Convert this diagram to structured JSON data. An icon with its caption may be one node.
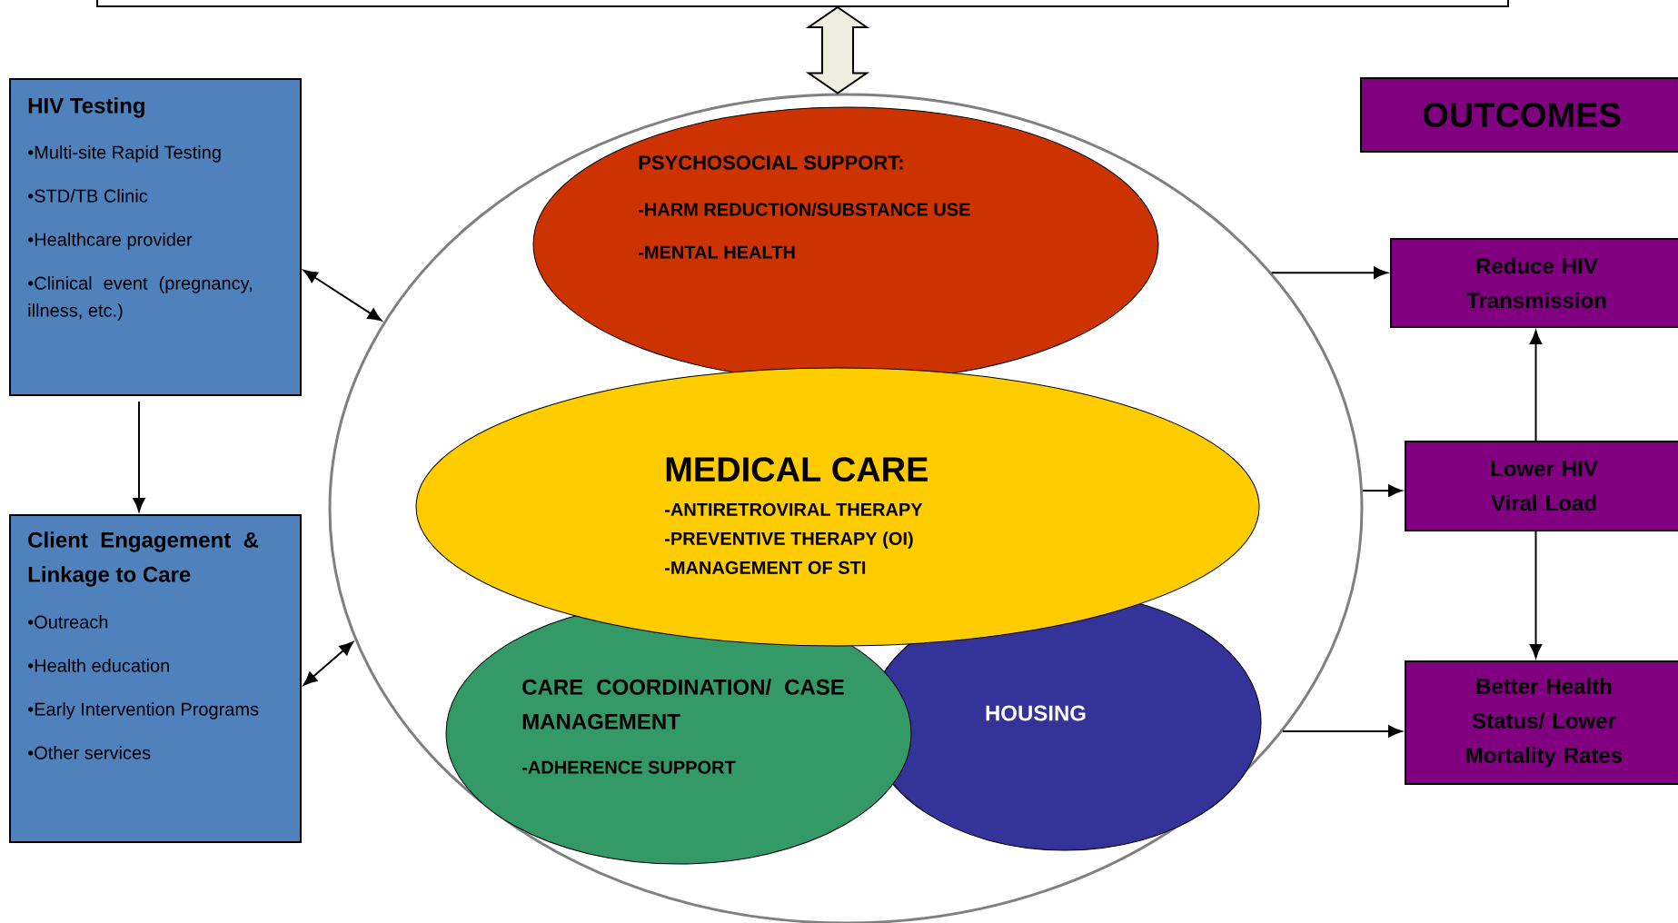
{
  "diagram": {
    "nodes": [
      {
        "text": [],
        "shape": "box"
      },
      {
        "text": [
          "HIV Testing",
          "•Multi-site Rapid Testing",
          "•STD/TB Clinic",
          "•Healthcare provider",
          "•Clinical event (pregnancy, illness, etc.)"
        ]
      },
      {
        "text": [
          "Client Engagement & Linkage to Care",
          "•Outreach",
          "•Health education",
          "•Early Intervention Programs",
          "•Other services"
        ]
      },
      {
        "text": [],
        "shape": "ellipse"
      },
      {
        "text": [
          "PSYCHOSOCIAL SUPPORT:",
          "-HARM REDUCTION/SUBSTANCE USE",
          "-MENTAL HEALTH"
        ],
        "in": 3
      },
      {
        "text": [
          "MEDICAL CARE",
          "-ANTIRETROVIRAL THERAPY",
          "-PREVENTIVE THERAPY (OI)",
          "-MANAGEMENT OF STI"
        ],
        "in": 3
      },
      {
        "text": [
          "CARE COORDINATION/ CASE MANAGEMENT",
          "-ADHERENCE SUPPORT"
        ],
        "in": 3
      },
      {
        "text": [
          "HOUSING"
        ],
        "in": 3
      },
      {
        "text": [
          "OUTCOMES"
        ]
      },
      {
        "text": [
          "Reduce HIV Transmission"
        ]
      },
      {
        "text": [
          "Lower HIV Viral Load"
        ]
      },
      {
        "text": [
          "Better Health Status/ Lower Mortality Rates"
        ]
      }
    ],
    "edges": [
      {
        "from": 0,
        "to": 3,
        "arrow": "both",
        "style": "thick",
        "color": "#eeeee0"
      },
      {
        "from": 1,
        "to": 3,
        "arrow": "both"
      },
      {
        "from": 1,
        "to": 2,
        "arrow": "to"
      },
      {
        "from": 2,
        "to": 3,
        "arrow": "both"
      },
      {
        "from": 3,
        "to": 9,
        "arrow": "to"
      },
      {
        "from": 3,
        "to": 10,
        "arrow": "to"
      },
      {
        "from": 3,
        "to": 11,
        "arrow": "to"
      },
      {
        "from": 10,
        "to": 9,
        "arrow": "to"
      },
      {
        "from": 10,
        "to": 11,
        "arrow": "to"
      }
    ]
  }
}
